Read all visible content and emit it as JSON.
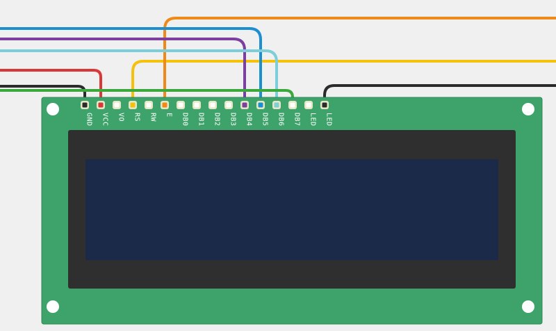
{
  "diagram": {
    "colors": {
      "background": "#f0f0f0",
      "pcb": "#3ea36a",
      "pcb_edge": "#2f8a56",
      "bezel": "#2f2f2f",
      "screen": "#1c2a49",
      "pad_outer": "#e7e7c6",
      "mount_hole": "#ffffff"
    },
    "pins": [
      {
        "label": "GND",
        "pad_color": "#2b2b2b"
      },
      {
        "label": "VCC",
        "pad_color": "#d93838"
      },
      {
        "label": "VO",
        "pad_color": "#ffffff"
      },
      {
        "label": "RS",
        "pad_color": "#f4c20d"
      },
      {
        "label": "RW",
        "pad_color": "#ffffff"
      },
      {
        "label": "E",
        "pad_color": "#ef8a1a"
      },
      {
        "label": "DB0",
        "pad_color": "#ffffff"
      },
      {
        "label": "DB1",
        "pad_color": "#ffffff"
      },
      {
        "label": "DB2",
        "pad_color": "#ffffff"
      },
      {
        "label": "DB3",
        "pad_color": "#ffffff"
      },
      {
        "label": "DB4",
        "pad_color": "#7b3fa0"
      },
      {
        "label": "DB5",
        "pad_color": "#1c8fd1"
      },
      {
        "label": "DB6",
        "pad_color": "#7ccfd8"
      },
      {
        "label": "DB7",
        "pad_color": "#ffffff"
      },
      {
        "label": "LED",
        "pad_color": "#ffffff"
      },
      {
        "label": "LED",
        "pad_color": "#2b2b2b"
      }
    ],
    "wires": [
      {
        "name": "wire-gnd",
        "color": "#2b2b2b"
      },
      {
        "name": "wire-vcc",
        "color": "#d93838"
      },
      {
        "name": "wire-rs",
        "color": "#f4c20d"
      },
      {
        "name": "wire-e",
        "color": "#ef8a1a"
      },
      {
        "name": "wire-db4",
        "color": "#7b3fa0"
      },
      {
        "name": "wire-db5",
        "color": "#1c8fd1"
      },
      {
        "name": "wire-db6",
        "color": "#7ccfd8"
      },
      {
        "name": "wire-green",
        "color": "#3aa83a"
      },
      {
        "name": "wire-led-gnd",
        "color": "#2b2b2b"
      }
    ]
  }
}
